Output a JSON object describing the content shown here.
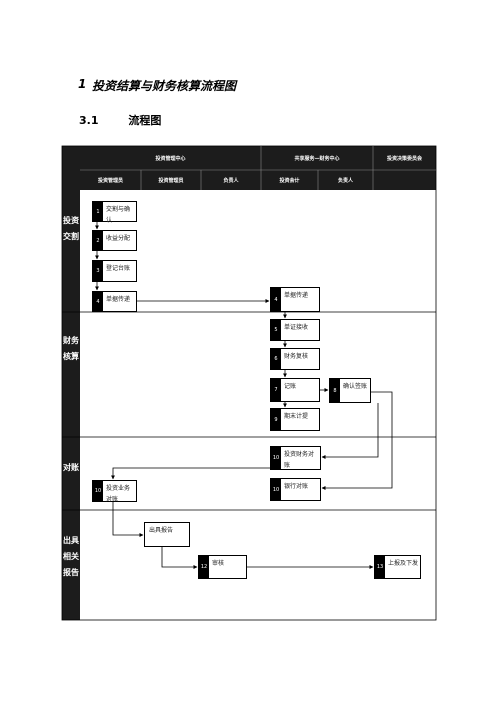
{
  "heading1": {
    "number": "1",
    "text": "投资结算与财务核算流程图"
  },
  "heading2": {
    "number": "3.1",
    "text": "流程图"
  },
  "header": {
    "groups": [
      "投资管理中心",
      "共享服务—财务中心",
      "投资决策委员会"
    ],
    "roles": [
      "投资管理员",
      "投资管理员",
      "负责人",
      "投资会计",
      "负责人"
    ]
  },
  "lanes": [
    "投资交割",
    "财务核算",
    "对账",
    "出具相关报告"
  ],
  "nodes": [
    {
      "num": "1",
      "text": "交割与确认"
    },
    {
      "num": "2",
      "text": "收益分配"
    },
    {
      "num": "3",
      "text": "登记台账"
    },
    {
      "num": "4",
      "text": "单据传递"
    },
    {
      "num": "4",
      "text": "单据传递"
    },
    {
      "num": "5",
      "text": "单证接收"
    },
    {
      "num": "6",
      "text": "财务复核"
    },
    {
      "num": "7",
      "text": "记账"
    },
    {
      "num": "8",
      "text": "确认签账"
    },
    {
      "num": "9",
      "text": "期末计提"
    },
    {
      "num": "10",
      "text": "投资财务对账"
    },
    {
      "num": "10",
      "text": "投资业务对账"
    },
    {
      "num": "10",
      "text": "银行对账"
    },
    {
      "num": "",
      "text": "出具报告"
    },
    {
      "num": "12",
      "text": "审核"
    },
    {
      "num": "13",
      "text": "上报及下发"
    }
  ]
}
